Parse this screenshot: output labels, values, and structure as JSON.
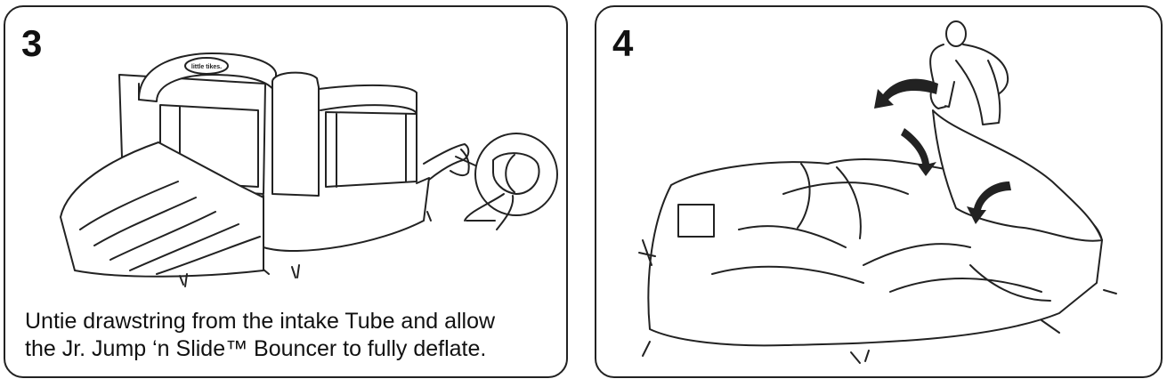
{
  "steps": [
    {
      "number": "3",
      "logo_text": "little tikes.",
      "caption_lines": [
        "Untie drawstring from the intake Tube and allow",
        "the Jr. Jump ‘n Slide™ Bouncer to fully deflate."
      ]
    },
    {
      "number": "4"
    }
  ]
}
